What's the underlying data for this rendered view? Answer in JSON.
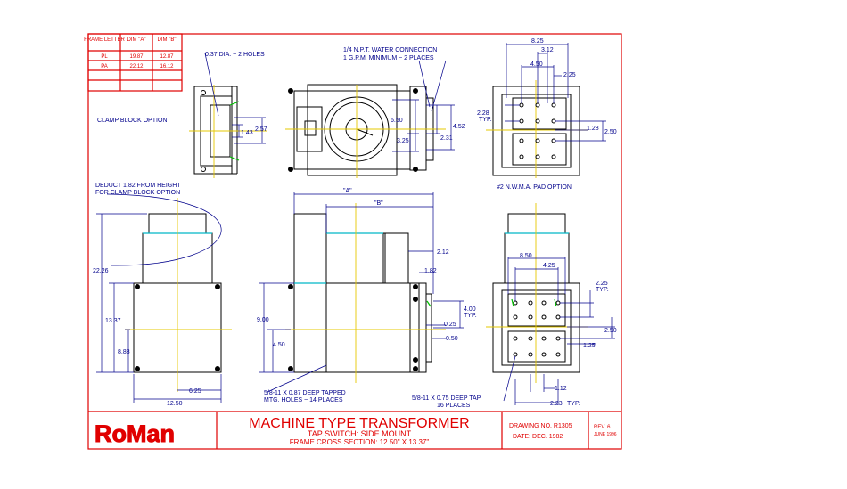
{
  "frame_table": {
    "headers": [
      "FRAME LETTER",
      "DIM \"A\"",
      "DIM \"B\""
    ],
    "rows": [
      [
        "PL",
        "19.87",
        "12.87"
      ],
      [
        "PA",
        "22.12",
        "16.12"
      ]
    ]
  },
  "notes": {
    "clamp_block": "CLAMP BLOCK OPTION",
    "holes": "0.37 DIA. ~ 2 HOLES",
    "water_1": "1/4 N.P.T. WATER CONNECTION",
    "water_2": "1 G.P.M. MINIMUM ~ 2 PLACES",
    "pad": "#2 N.W.M.A. PAD OPTION",
    "deduct_1": "DEDUCT 1.82 FROM HEIGHT",
    "deduct_2": "FOR CLAMP BLOCK OPTION",
    "tapped_1": "5/8-11 X 0.87 DEEP TAPPED",
    "tapped_2": "MTG. HOLES ~ 14 PLACES",
    "tap_1": "5/8-11 X 0.75 DEEP TAP",
    "tap_2": "16 PLACES"
  },
  "dims": {
    "d257": "2.57",
    "d143": "1.43",
    "d650": "6.50",
    "d325": "3.25",
    "d452": "4.52",
    "d231": "2.31",
    "d825a": "8.25",
    "d312": "3.12",
    "d450a": "4.50",
    "d225a": "2.25",
    "d228": "2.28",
    "typ": "TYP.",
    "d128": "1.28",
    "d250a": "2.50",
    "dA": "\"A\"",
    "dB": "\"B\"",
    "d212": "2.12",
    "d182": "1.82",
    "d2226": "22.26",
    "d1337": "13.37",
    "d888": "8.88",
    "d1250": "12.50",
    "d625": "6.25",
    "d900": "9.00",
    "d450b": "4.50",
    "d400": "4.00",
    "d025": "0.25",
    "d050": "0.50",
    "d850": "8.50",
    "d425": "4.25",
    "d225b": "2.25",
    "d250b": "2.50",
    "d125": "1.25",
    "d112": "1.12",
    "d223": "2.23"
  },
  "title_block": {
    "logo": "RoMan",
    "title": "MACHINE TYPE TRANSFORMER",
    "subtitle": "TAP SWITCH: SIDE MOUNT",
    "section": "FRAME CROSS SECTION: 12.50\" X 13.37\"",
    "drawing_no": "DRAWING NO. R1305",
    "date": "DATE: DEC. 1982",
    "rev": "REV. 6",
    "rev_date": "JUNE 1996"
  }
}
